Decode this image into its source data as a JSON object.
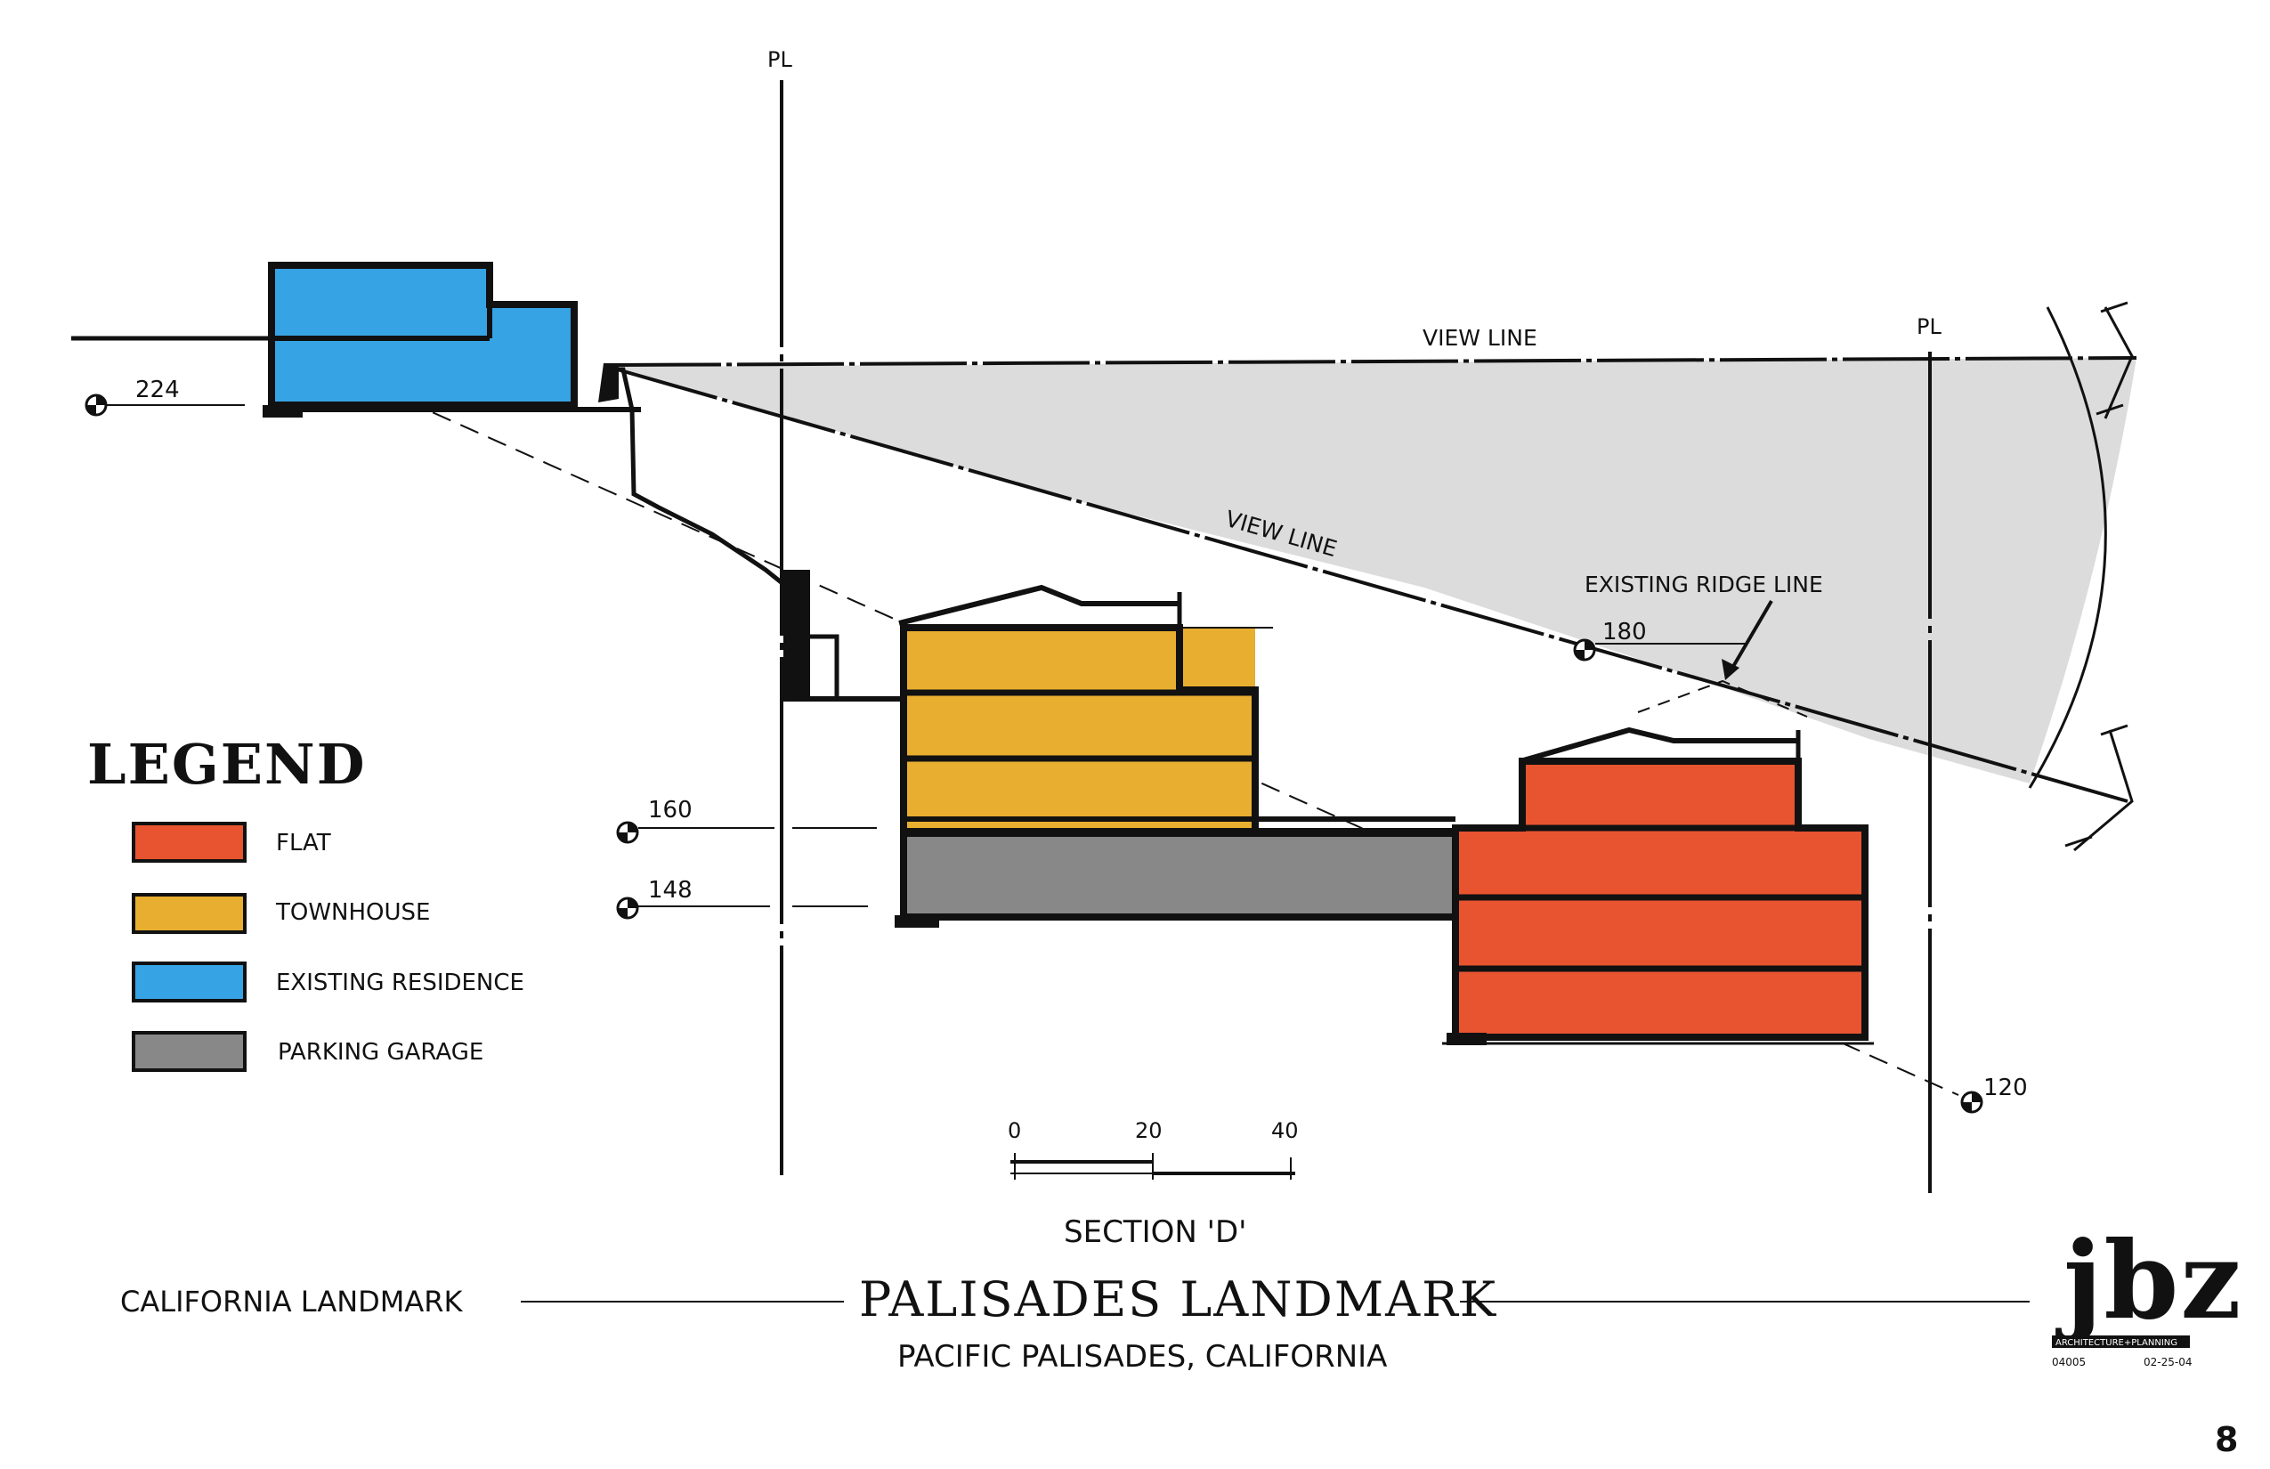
{
  "drawing": {
    "section_title": "SECTION 'D'",
    "project_title": "PALISADES LANDMARK",
    "location": "PACIFIC PALISADES, CALIFORNIA",
    "client": "CALIFORNIA LANDMARK",
    "page_number": "8"
  },
  "property_lines": [
    "PL",
    "PL"
  ],
  "view_lines": [
    "VIEW LINE",
    "VIEW LINE"
  ],
  "ridge_label": "EXISTING RIDGE LINE",
  "elevations": [
    "224",
    "180",
    "160",
    "148",
    "120"
  ],
  "scale_bar": {
    "ticks": [
      "0",
      "20",
      "40"
    ]
  },
  "legend": {
    "title": "LEGEND",
    "items": [
      {
        "label": "FLAT",
        "color": "#E85430"
      },
      {
        "label": "TOWNHOUSE",
        "color": "#E8AE2F"
      },
      {
        "label": "EXISTING RESIDENCE",
        "color": "#36A3E4"
      },
      {
        "label": "PARKING GARAGE",
        "color": "#888888"
      }
    ]
  },
  "logo": {
    "text": "jbz",
    "subtitle": "ARCHITECTURE+PLANNING",
    "job_number": "04005",
    "date": "02-25-04"
  }
}
